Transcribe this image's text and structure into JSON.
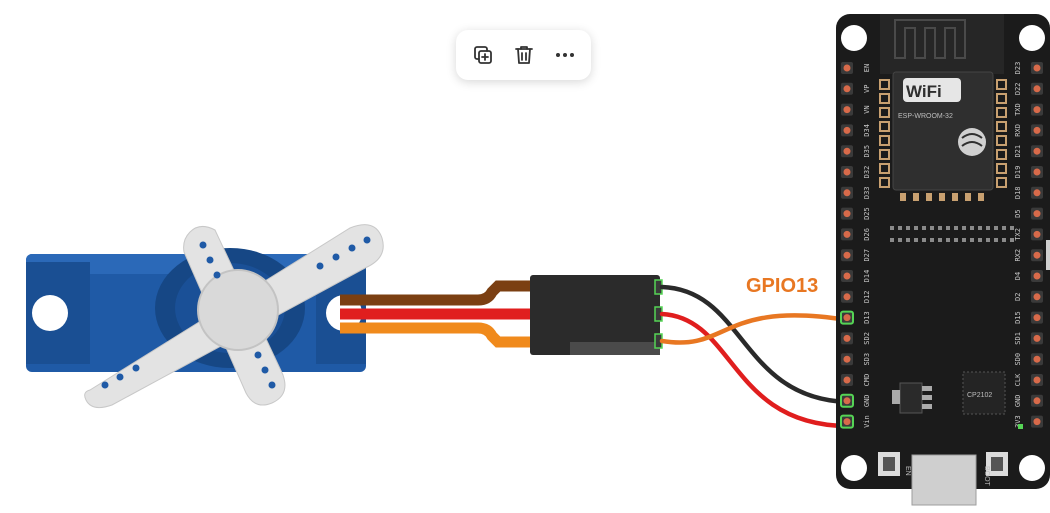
{
  "toolbar": {
    "duplicate_icon": "duplicate-icon",
    "delete_icon": "trash-icon",
    "more_icon": "more-horizontal-icon"
  },
  "wire_label": "GPIO13",
  "board": {
    "wifi_logo": "WiFi",
    "module_label": "ESP-WROOM-32",
    "usb_chip": "CP2102",
    "en_button": "EN",
    "boot_button": "BOOT",
    "left_pins": [
      "EN",
      "VP",
      "VN",
      "D34",
      "D35",
      "D32",
      "D33",
      "D25",
      "D26",
      "D27",
      "D14",
      "D12",
      "D13",
      "SD2",
      "SD3",
      "CMD",
      "GND",
      "Vin"
    ],
    "right_pins": [
      "D23",
      "D22",
      "TXD",
      "RXD",
      "D21",
      "D19",
      "D18",
      "D5",
      "TX2",
      "RX2",
      "D4",
      "D2",
      "D15",
      "SD1",
      "SD0",
      "CLK",
      "GND",
      "3V3"
    ]
  },
  "colors": {
    "signal_wire": "#e87722",
    "power_wire": "#e01e1e",
    "ground_wire": "#2a2a2a",
    "servo_body": "#1f5aa6",
    "board": "#1b1b1b"
  }
}
